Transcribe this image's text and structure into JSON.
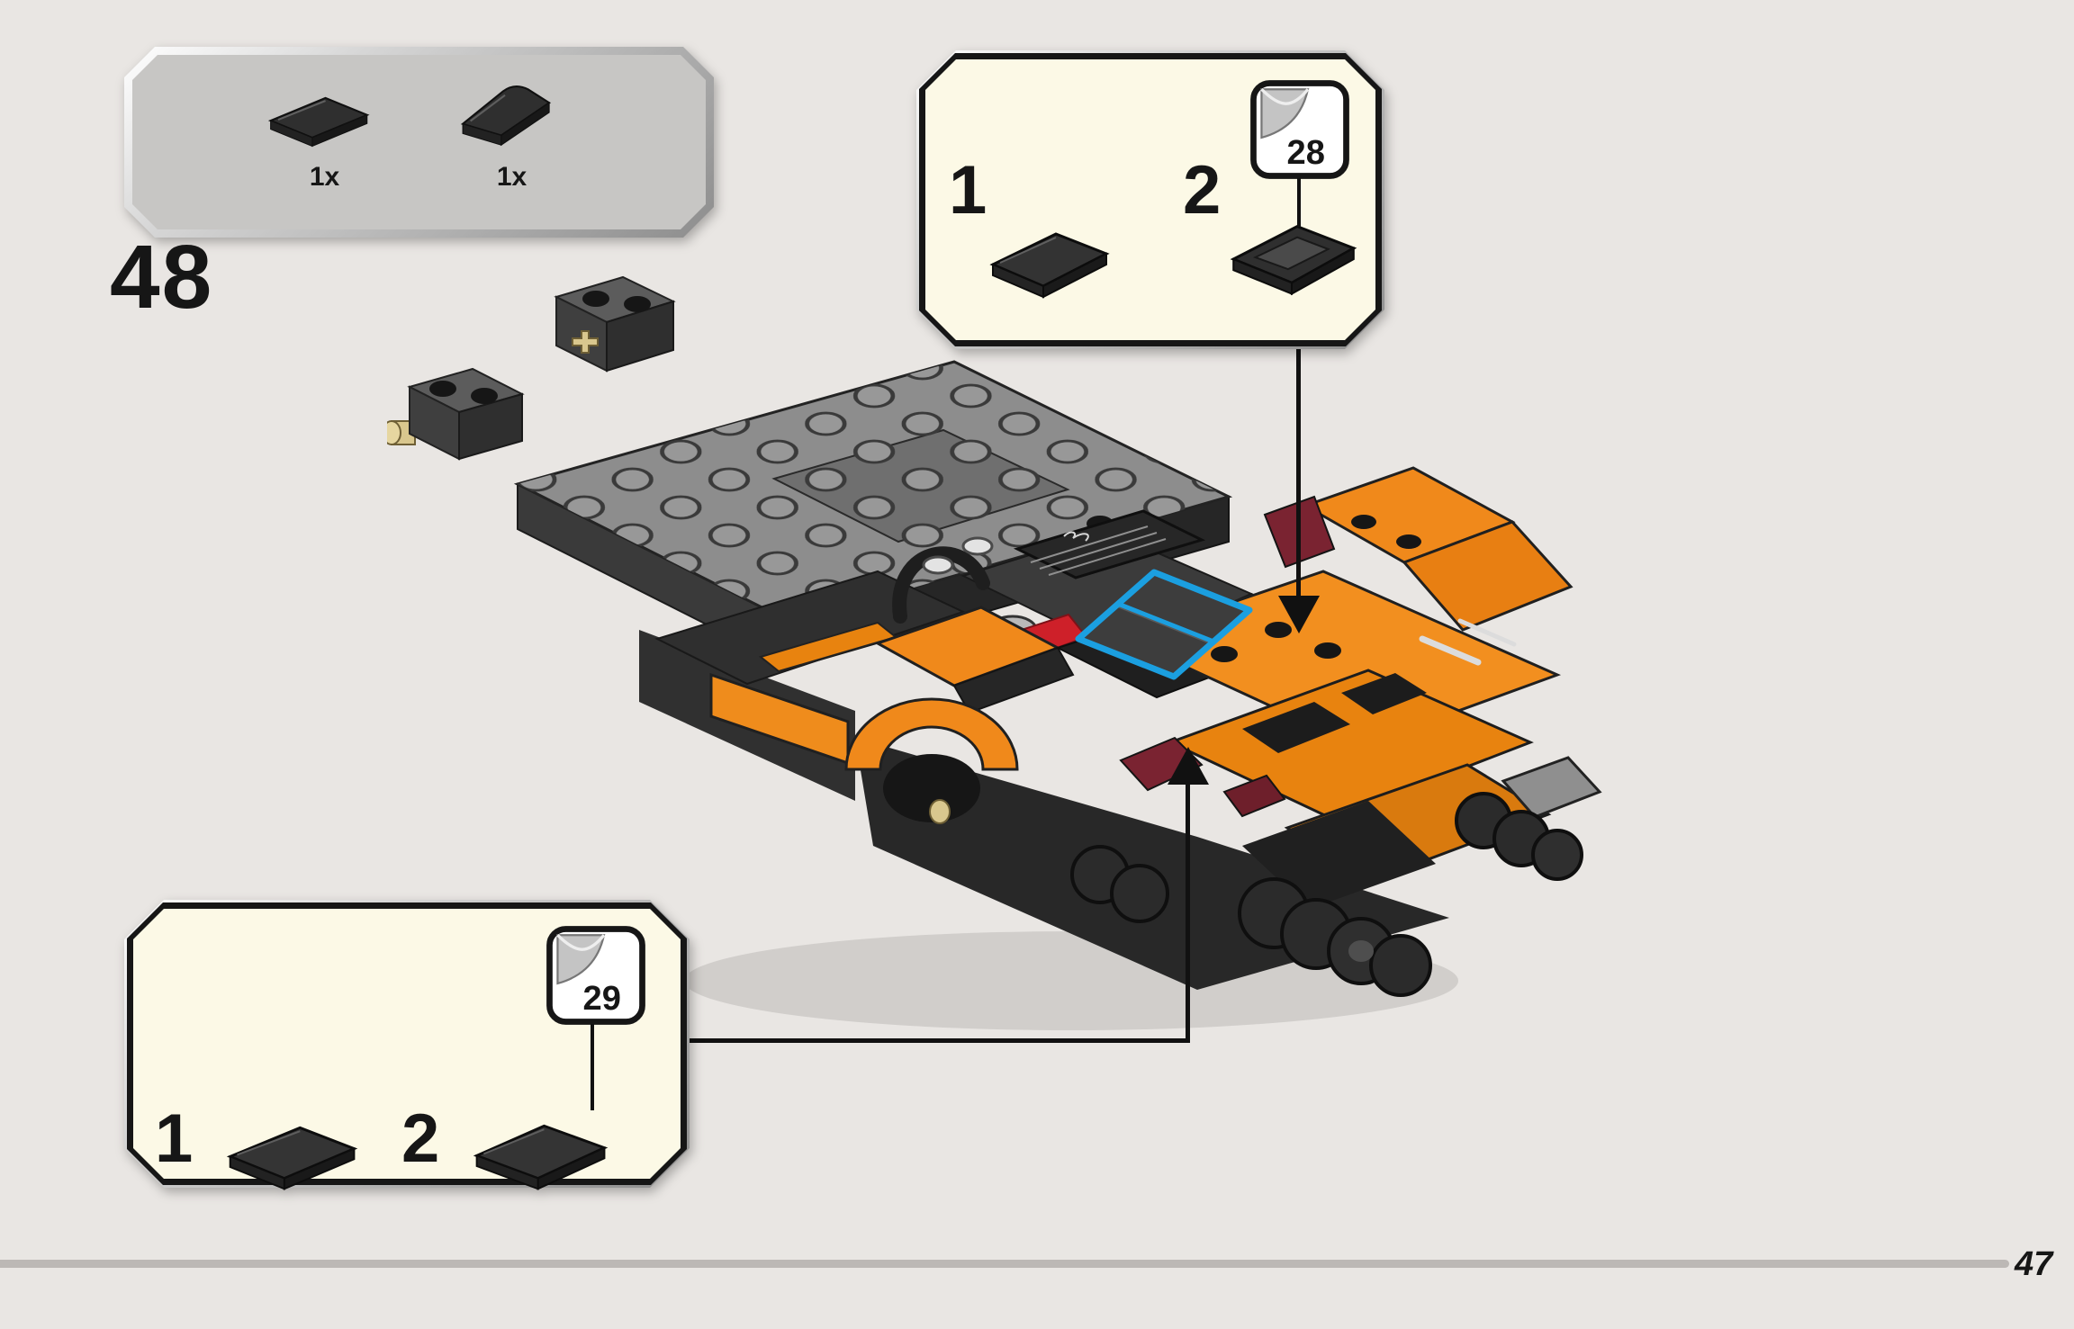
{
  "page": {
    "step_number": "48",
    "page_number": "47"
  },
  "parts_box": {
    "items": [
      {
        "quantity": "1x",
        "part": "dark-wedge-tile"
      },
      {
        "quantity": "1x",
        "part": "dark-curved-slope"
      }
    ]
  },
  "callout_top": {
    "badge_number": "28",
    "steps": [
      {
        "label": "1",
        "part": "dark-wedge-tile"
      },
      {
        "label": "2",
        "part": "dark-wedge-tile-placed"
      }
    ]
  },
  "callout_bottom": {
    "badge_number": "29",
    "steps": [
      {
        "label": "1",
        "part": "dark-flat-plate"
      },
      {
        "label": "2",
        "part": "dark-wedge-plate"
      }
    ]
  },
  "icons": {
    "badge": "page-turn-badge-icon",
    "arrow_top": "placement-arrow-down",
    "arrow_bottom": "placement-arrow-up"
  },
  "colors": {
    "background": "#e9e6e3",
    "callout_cream": "#fcf9e6",
    "parts_box_gray": "#c7c6c4",
    "highlight_blue": "#1b9fe0",
    "body_orange": "#f0891b",
    "accent_maroon": "#7a2331",
    "accent_red": "#ce2029",
    "tan_pin": "#d9c78e",
    "outline_dark": "#161616"
  }
}
